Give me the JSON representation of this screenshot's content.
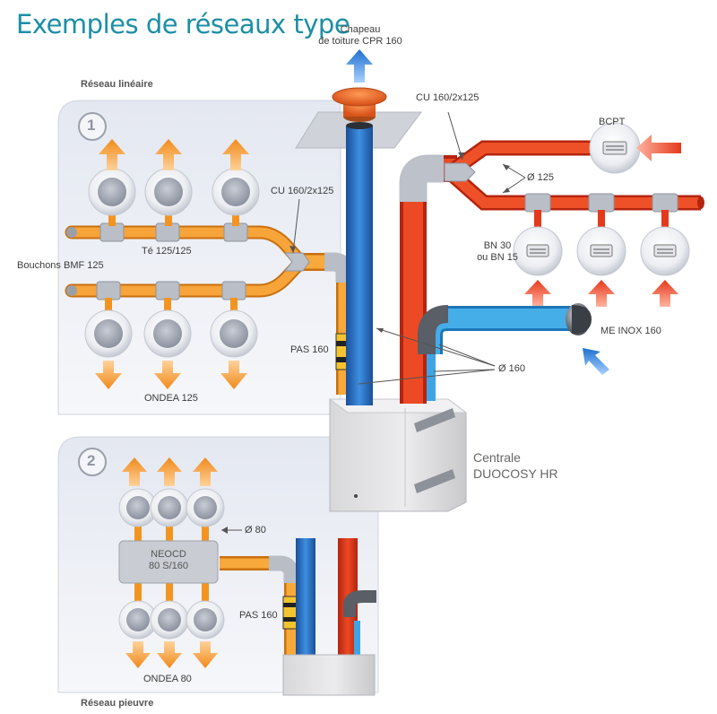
{
  "title": "Exemples de réseaux type",
  "sections": {
    "linear": {
      "number": "1",
      "caption": "Réseau linéaire"
    },
    "octopus": {
      "number": "2",
      "caption": "Réseau pieuvre"
    }
  },
  "labels": {
    "chapeau": "Chapeau\nde toiture CPR 160",
    "cu_top": "CU 160/2x125",
    "cu_left": "CU 160/2x125",
    "bcpt": "BCPT",
    "d125": "Ø 125",
    "bn": "BN 30\nou BN 15",
    "me_inox": "ME INOX 160",
    "d160": "Ø 160",
    "pas160_top": "PAS 160",
    "te": "Té 125/125",
    "bouchons": "Bouchons BMF 125",
    "ondea125": "ONDEA 125",
    "centrale": "Centrale\nDUOCOSY HR",
    "d80": "Ø 80",
    "neocd": "NEOCD\n80 S/160",
    "pas160_bottom": "PAS 160",
    "ondea80": "ONDEA 80"
  },
  "colors": {
    "title": "#1b8fa6",
    "extract_orange": "#f39420",
    "stale_red": "#e5391b",
    "fresh_blue": "#2d7fd0",
    "panel_bg": "#e9edf4"
  }
}
